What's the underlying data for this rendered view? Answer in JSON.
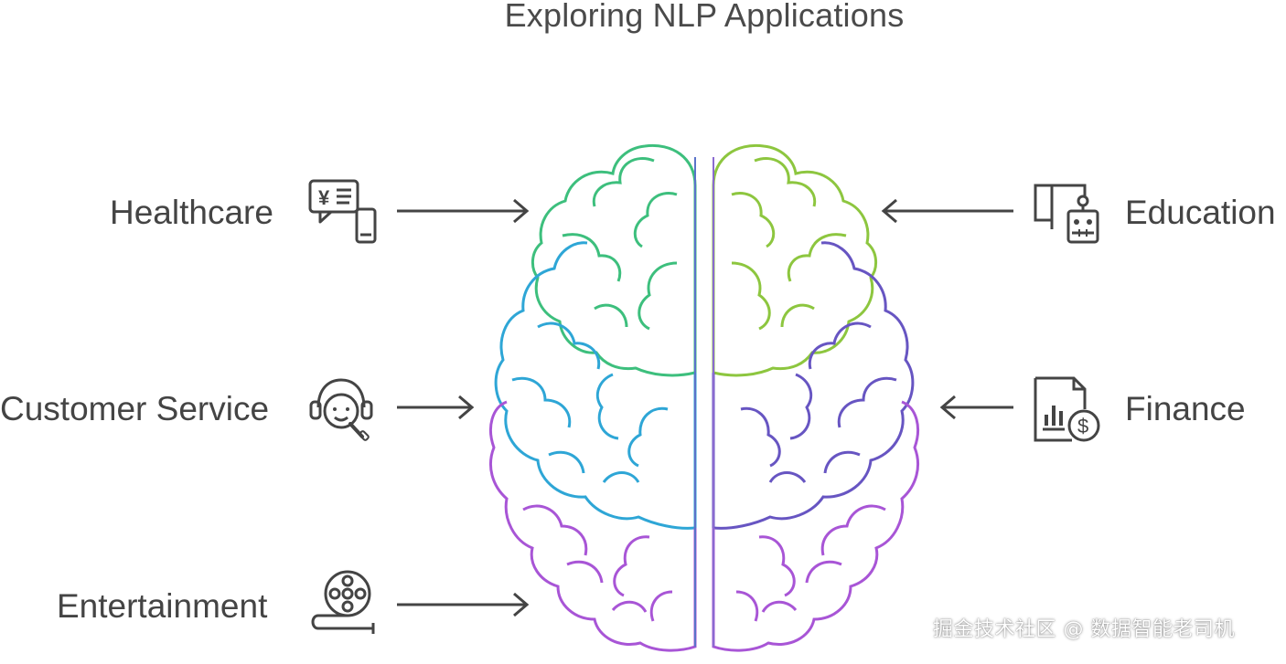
{
  "title": "Exploring NLP Applications",
  "left": [
    {
      "label": "Healthcare",
      "icon": "chat-currency-phone-icon"
    },
    {
      "label": "Customer Service",
      "icon": "headset-agent-icon"
    },
    {
      "label": "Entertainment",
      "icon": "film-reel-icon"
    }
  ],
  "right": [
    {
      "label": "Education",
      "icon": "book-robot-icon"
    },
    {
      "label": "Finance",
      "icon": "document-dollar-icon"
    }
  ],
  "watermark": "掘金技术社区 @ 数据智能老司机",
  "colors": {
    "green_top_left": "#3dbf7d",
    "lime_top_right": "#8dc63f",
    "blue_mid_left": "#2ea6d6",
    "purple_mid_right": "#6755c2",
    "magenta_bottom": "#a855d6",
    "text": "#444444"
  }
}
